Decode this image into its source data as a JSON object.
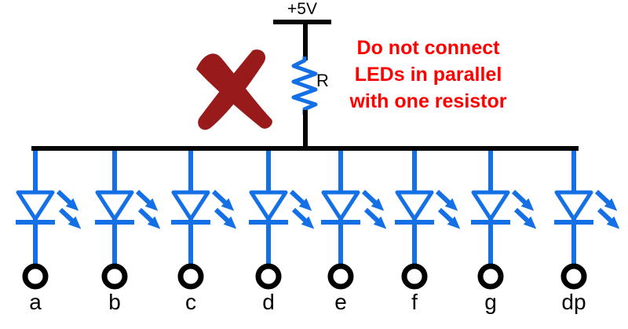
{
  "power": {
    "label": "+5V"
  },
  "resistor": {
    "label": "R"
  },
  "warning": {
    "lines": [
      "Do not connect",
      "LEDs in parallel",
      "with one resistor"
    ]
  },
  "icons": {
    "x_mark": "✗",
    "led_light_arrows": "↘↘"
  },
  "colors": {
    "wire_blue": "#1470e4",
    "wire_black": "#050505",
    "warning_red": "#ff0000",
    "x_dark_red": "#981a1a"
  },
  "leds": [
    {
      "label": "a"
    },
    {
      "label": "b"
    },
    {
      "label": "c"
    },
    {
      "label": "d"
    },
    {
      "label": "e"
    },
    {
      "label": "f"
    },
    {
      "label": "g"
    },
    {
      "label": "dp"
    }
  ]
}
